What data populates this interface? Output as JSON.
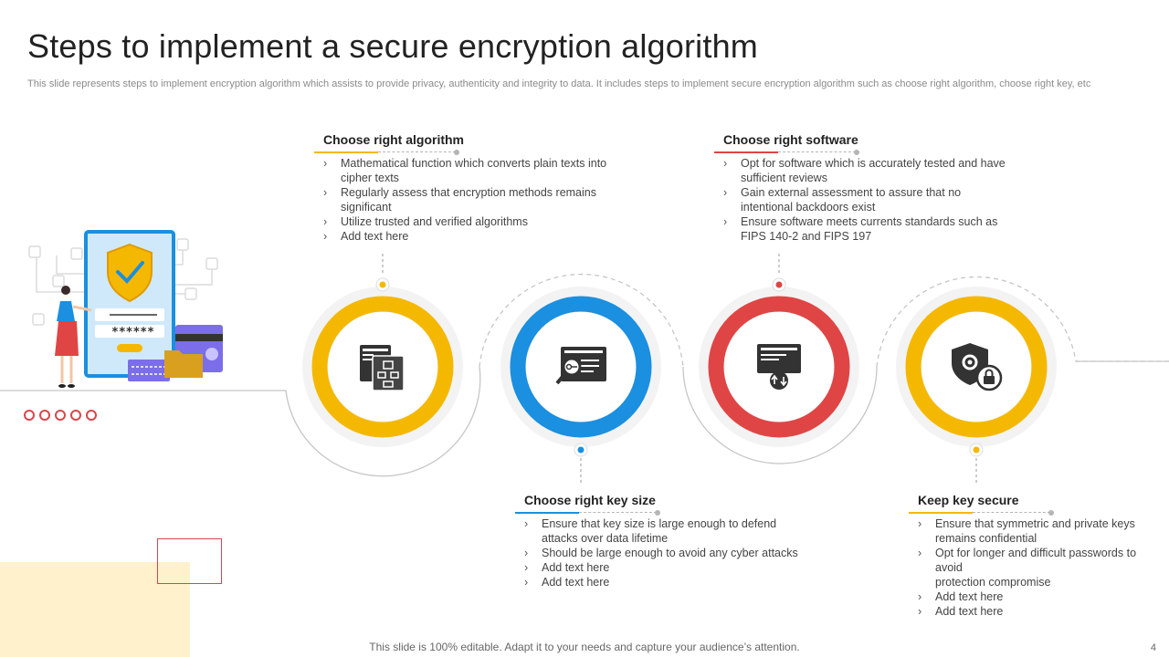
{
  "title": "Steps to implement a secure encryption algorithm",
  "subtitle": "This slide represents steps to implement encryption algorithm which assists to provide privacy,  authenticity and integrity to data. It includes steps to implement secure encryption algorithm such as choose right algorithm, choose right key, etc",
  "steps": [
    {
      "heading": "Choose right algorithm",
      "color": "#f5b800",
      "icon": "algorithm-flowchart-icon",
      "bullets": [
        "Mathematical function which converts plain texts into cipher texts",
        "Regularly  assess that encryption methods remains significant",
        "Utilize trusted and verified  algorithms",
        "Add text here"
      ]
    },
    {
      "heading": "Choose right key size",
      "color": "#1b8fe0",
      "icon": "key-search-icon",
      "bullets": [
        "Ensure that key size is large enough  to defend attacks over data lifetime",
        "Should be large enough to avoid  any cyber attacks",
        "Add text here",
        "Add text here"
      ]
    },
    {
      "heading": "Choose right software",
      "color": "#e04545",
      "icon": "software-monitor-icon",
      "bullets": [
        "Opt for software which is accurately tested and have sufficient reviews",
        "Gain external assessment to assure that no intentional backdoors exist",
        "Ensure software meets currents standards such as FIPS 140-2 and FIPS 197"
      ]
    },
    {
      "heading": "Keep key secure",
      "color": "#f5b800",
      "icon": "shield-lock-icon",
      "bullets": [
        "Ensure that symmetric and private  keys remains confidential",
        "Opt for longer and difficult passwords to avoid\nprotection compromise",
        "Add text here",
        "Add text here"
      ]
    }
  ],
  "illustration": {
    "password_mask": "******",
    "icon": "secure-login-illustration"
  },
  "footer": "This slide is 100% editable. Adapt it to your needs and capture your audience’s attention.",
  "page_number": "4"
}
